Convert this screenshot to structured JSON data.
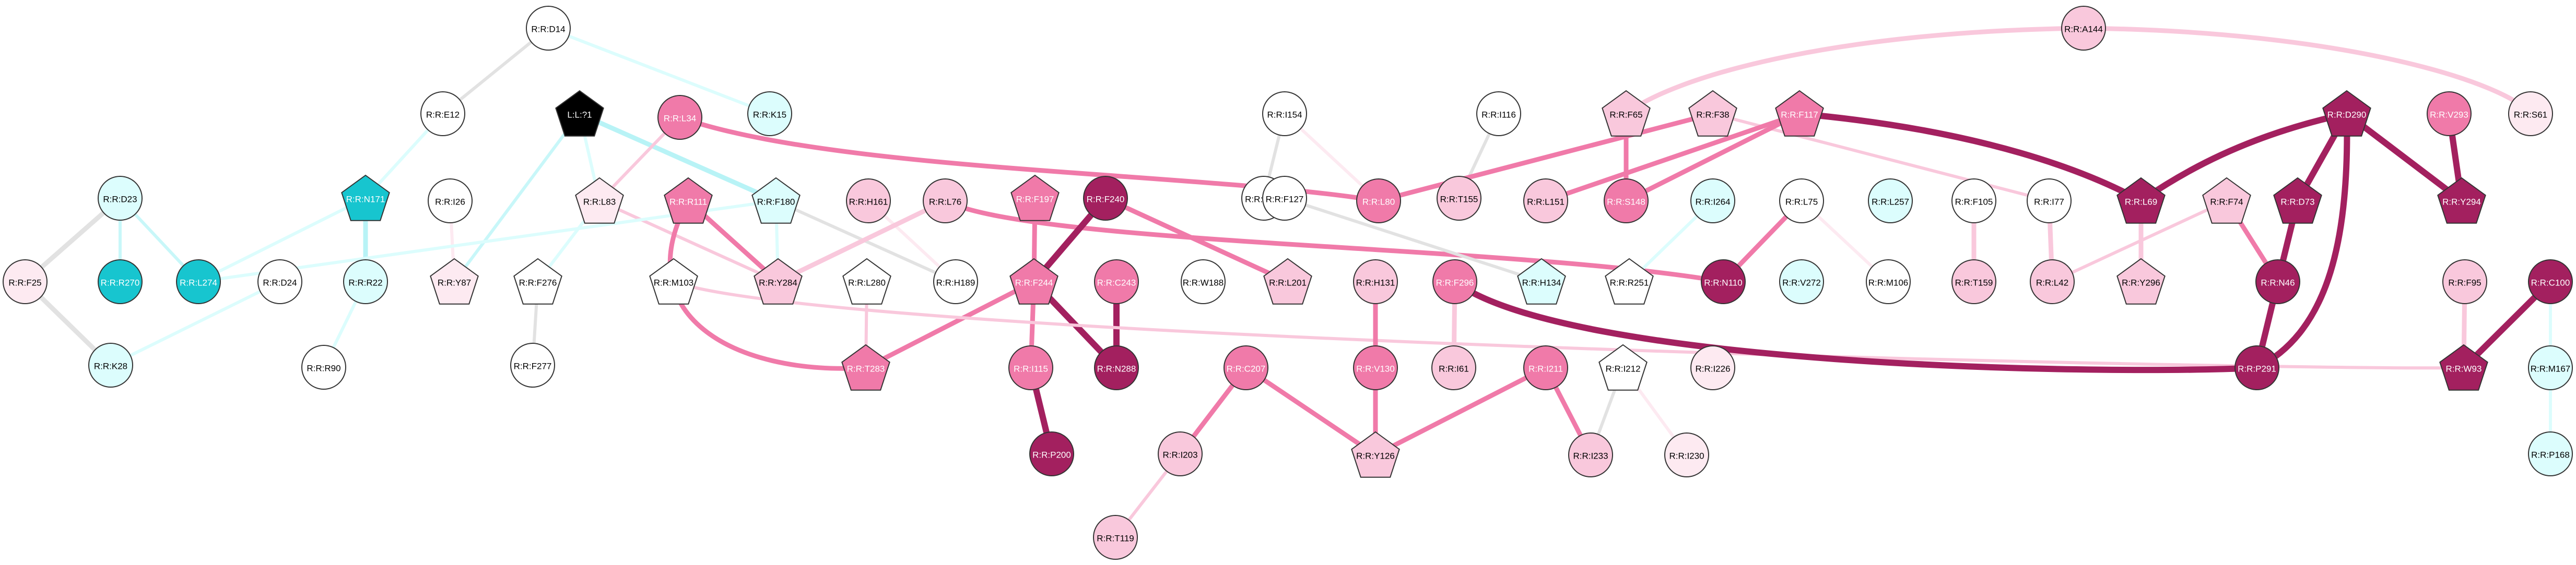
{
  "graph": {
    "colors": {
      "white": "#ffffff",
      "lightpink": "#fdeaf1",
      "pink": "#f9c8dc",
      "hotpink": "#f07aa9",
      "magenta": "#a3205f",
      "lightcyan": "#dcfdfd",
      "cyan": "#17c5cf",
      "black": "#000000"
    },
    "nodes": [
      {
        "id": "D14",
        "label": "R:R:D14",
        "fill": "white",
        "shape": "circle"
      },
      {
        "id": "K15",
        "label": "R:R:K15",
        "fill": "lightcyan",
        "shape": "circle"
      },
      {
        "id": "E12",
        "label": "R:R:E12",
        "fill": "white",
        "shape": "circle"
      },
      {
        "id": "L71",
        "label": "L:L:?1",
        "fill": "black",
        "shape": "pentagon"
      },
      {
        "id": "L34",
        "label": "R:R:L34",
        "fill": "hotpink",
        "shape": "circle"
      },
      {
        "id": "N171",
        "label": "R:R:N171",
        "fill": "cyan",
        "shape": "pentagon"
      },
      {
        "id": "D23",
        "label": "R:R:D23",
        "fill": "lightcyan",
        "shape": "circle"
      },
      {
        "id": "I26",
        "label": "R:R:I26",
        "fill": "white",
        "shape": "circle"
      },
      {
        "id": "L83",
        "label": "R:R:L83",
        "fill": "lightpink",
        "shape": "pentagon"
      },
      {
        "id": "R111",
        "label": "R:R:R111",
        "fill": "hotpink",
        "shape": "pentagon"
      },
      {
        "id": "F180",
        "label": "R:R:F180",
        "fill": "lightcyan",
        "shape": "pentagon"
      },
      {
        "id": "H161",
        "label": "R:R:H161",
        "fill": "pink",
        "shape": "circle"
      },
      {
        "id": "L76",
        "label": "R:R:L76",
        "fill": "pink",
        "shape": "circle"
      },
      {
        "id": "F197",
        "label": "R:R:F197",
        "fill": "hotpink",
        "shape": "pentagon"
      },
      {
        "id": "F240",
        "label": "R:R:F240",
        "fill": "magenta",
        "shape": "circle"
      },
      {
        "id": "F25",
        "label": "R:R:F25",
        "fill": "lightpink",
        "shape": "circle"
      },
      {
        "id": "R270",
        "label": "R:R:R270",
        "fill": "cyan",
        "shape": "circle"
      },
      {
        "id": "L274",
        "label": "R:R:L274",
        "fill": "cyan",
        "shape": "circle"
      },
      {
        "id": "D24",
        "label": "R:R:D24",
        "fill": "white",
        "shape": "circle"
      },
      {
        "id": "R22",
        "label": "R:R:R22",
        "fill": "lightcyan",
        "shape": "circle"
      },
      {
        "id": "Y87",
        "label": "R:R:Y87",
        "fill": "lightpink",
        "shape": "pentagon"
      },
      {
        "id": "F276",
        "label": "R:R:F276",
        "fill": "white",
        "shape": "pentagon"
      },
      {
        "id": "M103",
        "label": "R:R:M103",
        "fill": "white",
        "shape": "pentagon"
      },
      {
        "id": "Y284",
        "label": "R:R:Y284",
        "fill": "pink",
        "shape": "pentagon"
      },
      {
        "id": "L280",
        "label": "R:R:L280",
        "fill": "white",
        "shape": "pentagon"
      },
      {
        "id": "H189",
        "label": "R:R:H189",
        "fill": "white",
        "shape": "circle"
      },
      {
        "id": "F244",
        "label": "R:R:F244",
        "fill": "hotpink",
        "shape": "pentagon"
      },
      {
        "id": "C243",
        "label": "R:R:C243",
        "fill": "hotpink",
        "shape": "circle"
      },
      {
        "id": "K28",
        "label": "R:R:K28",
        "fill": "lightcyan",
        "shape": "circle"
      },
      {
        "id": "R90",
        "label": "R:R:R90",
        "fill": "white",
        "shape": "circle"
      },
      {
        "id": "F277",
        "label": "R:R:F277",
        "fill": "white",
        "shape": "circle"
      },
      {
        "id": "T283",
        "label": "R:R:T283",
        "fill": "hotpink",
        "shape": "pentagon"
      },
      {
        "id": "I115",
        "label": "R:R:I115",
        "fill": "hotpink",
        "shape": "circle"
      },
      {
        "id": "N288",
        "label": "R:R:N288",
        "fill": "magenta",
        "shape": "circle"
      },
      {
        "id": "P200",
        "label": "R:R:P200",
        "fill": "magenta",
        "shape": "circle"
      },
      {
        "id": "I203",
        "label": "R:R:I203",
        "fill": "pink",
        "shape": "circle"
      },
      {
        "id": "T119",
        "label": "R:R:T119",
        "fill": "pink",
        "shape": "circle"
      },
      {
        "id": "C207",
        "label": "R:R:C207",
        "fill": "hotpink",
        "shape": "circle"
      },
      {
        "id": "I154",
        "label": "R:R:I154",
        "fill": "white",
        "shape": "circle"
      },
      {
        "id": "L158",
        "label": "R:R:L158",
        "fill": "white",
        "shape": "circle"
      },
      {
        "id": "W188",
        "label": "R:R:W188",
        "fill": "white",
        "shape": "circle"
      },
      {
        "id": "F127",
        "label": "R:R:F127",
        "fill": "white",
        "shape": "circle"
      },
      {
        "id": "L201",
        "label": "R:R:L201",
        "fill": "pink",
        "shape": "pentagon"
      },
      {
        "id": "L80",
        "label": "R:R:L80",
        "fill": "hotpink",
        "shape": "circle"
      },
      {
        "id": "H131",
        "label": "R:R:H131",
        "fill": "pink",
        "shape": "circle"
      },
      {
        "id": "V130",
        "label": "R:R:V130",
        "fill": "hotpink",
        "shape": "circle"
      },
      {
        "id": "Y126",
        "label": "R:R:Y126",
        "fill": "pink",
        "shape": "pentagon"
      },
      {
        "id": "F296",
        "label": "R:R:F296",
        "fill": "hotpink",
        "shape": "circle"
      },
      {
        "id": "I61",
        "label": "R:R:I61",
        "fill": "pink",
        "shape": "circle"
      },
      {
        "id": "I211",
        "label": "R:R:I211",
        "fill": "hotpink",
        "shape": "circle"
      },
      {
        "id": "I233",
        "label": "R:R:I233",
        "fill": "pink",
        "shape": "circle"
      },
      {
        "id": "I116",
        "label": "R:R:I116",
        "fill": "white",
        "shape": "circle"
      },
      {
        "id": "T155",
        "label": "R:R:T155",
        "fill": "pink",
        "shape": "circle"
      },
      {
        "id": "H134",
        "label": "R:R:H134",
        "fill": "lightcyan",
        "shape": "pentagon"
      },
      {
        "id": "I212",
        "label": "R:R:I212",
        "fill": "white",
        "shape": "pentagon"
      },
      {
        "id": "I226",
        "label": "R:R:I226",
        "fill": "lightpink",
        "shape": "circle"
      },
      {
        "id": "I230",
        "label": "R:R:I230",
        "fill": "lightpink",
        "shape": "circle"
      },
      {
        "id": "F65",
        "label": "R:R:F65",
        "fill": "pink",
        "shape": "pentagon"
      },
      {
        "id": "F38",
        "label": "R:R:F38",
        "fill": "pink",
        "shape": "pentagon"
      },
      {
        "id": "F117",
        "label": "R:R:F117",
        "fill": "hotpink",
        "shape": "pentagon"
      },
      {
        "id": "L151",
        "label": "R:R:L151",
        "fill": "pink",
        "shape": "circle"
      },
      {
        "id": "S148",
        "label": "R:R:S148",
        "fill": "hotpink",
        "shape": "circle"
      },
      {
        "id": "I264",
        "label": "R:R:I264",
        "fill": "lightcyan",
        "shape": "circle"
      },
      {
        "id": "R251",
        "label": "R:R:R251",
        "fill": "white",
        "shape": "pentagon"
      },
      {
        "id": "L75",
        "label": "R:R:L75",
        "fill": "white",
        "shape": "circle"
      },
      {
        "id": "N110",
        "label": "R:R:N110",
        "fill": "magenta",
        "shape": "circle"
      },
      {
        "id": "L257",
        "label": "R:R:L257",
        "fill": "lightcyan",
        "shape": "circle"
      },
      {
        "id": "V272",
        "label": "R:R:V272",
        "fill": "lightcyan",
        "shape": "circle"
      },
      {
        "id": "F105",
        "label": "R:R:F105",
        "fill": "white",
        "shape": "circle"
      },
      {
        "id": "M106",
        "label": "R:R:M106",
        "fill": "white",
        "shape": "circle"
      },
      {
        "id": "T159",
        "label": "R:R:T159",
        "fill": "pink",
        "shape": "circle"
      },
      {
        "id": "I77",
        "label": "R:R:I77",
        "fill": "white",
        "shape": "circle"
      },
      {
        "id": "L42",
        "label": "R:R:L42",
        "fill": "pink",
        "shape": "circle"
      },
      {
        "id": "A144",
        "label": "R:R:A144",
        "fill": "pink",
        "shape": "circle"
      },
      {
        "id": "S61",
        "label": "R:R:S61",
        "fill": "lightpink",
        "shape": "circle"
      },
      {
        "id": "L69",
        "label": "R:R:L69",
        "fill": "magenta",
        "shape": "pentagon"
      },
      {
        "id": "Y296",
        "label": "R:R:Y296",
        "fill": "pink",
        "shape": "pentagon"
      },
      {
        "id": "F74",
        "label": "R:R:F74",
        "fill": "pink",
        "shape": "pentagon"
      },
      {
        "id": "D290",
        "label": "R:R:D290",
        "fill": "magenta",
        "shape": "pentagon"
      },
      {
        "id": "D73",
        "label": "R:R:D73",
        "fill": "magenta",
        "shape": "pentagon"
      },
      {
        "id": "N46",
        "label": "R:R:N46",
        "fill": "magenta",
        "shape": "circle"
      },
      {
        "id": "P291",
        "label": "R:R:P291",
        "fill": "magenta",
        "shape": "circle"
      },
      {
        "id": "V293",
        "label": "R:R:V293",
        "fill": "hotpink",
        "shape": "circle"
      },
      {
        "id": "Y294",
        "label": "R:R:Y294",
        "fill": "magenta",
        "shape": "pentagon"
      },
      {
        "id": "F95",
        "label": "R:R:F95",
        "fill": "pink",
        "shape": "circle"
      },
      {
        "id": "W93",
        "label": "R:R:W93",
        "fill": "magenta",
        "shape": "pentagon"
      },
      {
        "id": "C100",
        "label": "R:R:C100",
        "fill": "magenta",
        "shape": "circle"
      },
      {
        "id": "M167",
        "label": "R:R:M167",
        "fill": "lightcyan",
        "shape": "circle"
      },
      {
        "id": "P168",
        "label": "R:R:P168",
        "fill": "lightcyan",
        "shape": "circle"
      }
    ],
    "edges": [
      {
        "from": "D14",
        "to": "E12",
        "color": "#e2e2e2",
        "weight": 2
      },
      {
        "from": "D14",
        "to": "K15",
        "color": "#dcfdfd",
        "weight": 2
      },
      {
        "from": "E12",
        "to": "N171",
        "color": "#dcfdfd",
        "weight": 2
      },
      {
        "from": "L71",
        "to": "F180",
        "color": "#b8f3f6",
        "weight": 3
      },
      {
        "from": "L71",
        "to": "L83",
        "color": "#dcfdfd",
        "weight": 2
      },
      {
        "from": "L71",
        "to": "Y87",
        "color": "#c8f7f9",
        "weight": 2
      },
      {
        "from": "L34",
        "to": "L80",
        "color": "#f07aa9",
        "weight": 3
      },
      {
        "from": "L34",
        "to": "L83",
        "color": "#f9c8dc",
        "weight": 2
      },
      {
        "from": "N171",
        "to": "R22",
        "color": "#b8f3f6",
        "weight": 3
      },
      {
        "from": "N171",
        "to": "L274",
        "color": "#dcfdfd",
        "weight": 2
      },
      {
        "from": "D23",
        "to": "F25",
        "color": "#e2e2e2",
        "weight": 3
      },
      {
        "from": "D23",
        "to": "R270",
        "color": "#c8f7f9",
        "weight": 2
      },
      {
        "from": "D23",
        "to": "L274",
        "color": "#c8f7f9",
        "weight": 2
      },
      {
        "from": "F25",
        "to": "K28",
        "color": "#e2e2e2",
        "weight": 3
      },
      {
        "from": "D24",
        "to": "K28",
        "color": "#dcfdfd",
        "weight": 2
      },
      {
        "from": "I26",
        "to": "Y87",
        "color": "#fdeaf1",
        "weight": 2
      },
      {
        "from": "R22",
        "to": "R90",
        "color": "#dcfdfd",
        "weight": 2
      },
      {
        "from": "L83",
        "to": "Y284",
        "color": "#f9c8dc",
        "weight": 2
      },
      {
        "from": "L83",
        "to": "F276",
        "color": "#dcfdfd",
        "weight": 2
      },
      {
        "from": "R111",
        "to": "Y284",
        "color": "#f07aa9",
        "weight": 3
      },
      {
        "from": "R111",
        "to": "T283",
        "color": "#f07aa9",
        "weight": 3
      },
      {
        "from": "F180",
        "to": "Y284",
        "color": "#dcfdfd",
        "weight": 2
      },
      {
        "from": "F180",
        "to": "H189",
        "color": "#e2e2e2",
        "weight": 2
      },
      {
        "from": "F180",
        "to": "L274",
        "color": "#dcfdfd",
        "weight": 2
      },
      {
        "from": "H161",
        "to": "H189",
        "color": "#fdeaf1",
        "weight": 2
      },
      {
        "from": "L76",
        "to": "Y284",
        "color": "#f9c8dc",
        "weight": 3
      },
      {
        "from": "L76",
        "to": "N110",
        "color": "#f07aa9",
        "weight": 3
      },
      {
        "from": "F197",
        "to": "F244",
        "color": "#f07aa9",
        "weight": 3
      },
      {
        "from": "F240",
        "to": "F244",
        "color": "#a3205f",
        "weight": 4
      },
      {
        "from": "F240",
        "to": "L201",
        "color": "#f07aa9",
        "weight": 3
      },
      {
        "from": "F244",
        "to": "T283",
        "color": "#f07aa9",
        "weight": 3
      },
      {
        "from": "F244",
        "to": "N288",
        "color": "#a3205f",
        "weight": 4
      },
      {
        "from": "F244",
        "to": "I115",
        "color": "#f07aa9",
        "weight": 3
      },
      {
        "from": "C243",
        "to": "N288",
        "color": "#a3205f",
        "weight": 4
      },
      {
        "from": "L280",
        "to": "T283",
        "color": "#f9c8dc",
        "weight": 2
      },
      {
        "from": "M103",
        "to": "W93",
        "color": "#f9c8dc",
        "weight": 2
      },
      {
        "from": "F276",
        "to": "F277",
        "color": "#e2e2e2",
        "weight": 2
      },
      {
        "from": "I115",
        "to": "P200",
        "color": "#a3205f",
        "weight": 4
      },
      {
        "from": "C207",
        "to": "I203",
        "color": "#f07aa9",
        "weight": 3
      },
      {
        "from": "C207",
        "to": "Y126",
        "color": "#f07aa9",
        "weight": 3
      },
      {
        "from": "I203",
        "to": "T119",
        "color": "#f9c8dc",
        "weight": 2
      },
      {
        "from": "I154",
        "to": "L158",
        "color": "#e2e2e2",
        "weight": 2
      },
      {
        "from": "I154",
        "to": "L80",
        "color": "#fdeaf1",
        "weight": 2
      },
      {
        "from": "F127",
        "to": "H134",
        "color": "#e2e2e2",
        "weight": 2
      },
      {
        "from": "H131",
        "to": "V130",
        "color": "#f07aa9",
        "weight": 3
      },
      {
        "from": "V130",
        "to": "Y126",
        "color": "#f07aa9",
        "weight": 3
      },
      {
        "from": "F296",
        "to": "I61",
        "color": "#f9c8dc",
        "weight": 3
      },
      {
        "from": "F296",
        "to": "P291",
        "color": "#a3205f",
        "weight": 4
      },
      {
        "from": "I211",
        "to": "Y126",
        "color": "#f07aa9",
        "weight": 3
      },
      {
        "from": "I211",
        "to": "I233",
        "color": "#f07aa9",
        "weight": 3
      },
      {
        "from": "I212",
        "to": "I233",
        "color": "#e2e2e2",
        "weight": 2
      },
      {
        "from": "I212",
        "to": "I230",
        "color": "#fdeaf1",
        "weight": 2
      },
      {
        "from": "I116",
        "to": "T155",
        "color": "#e2e2e2",
        "weight": 2
      },
      {
        "from": "F38",
        "to": "L80",
        "color": "#f07aa9",
        "weight": 3
      },
      {
        "from": "F38",
        "to": "I77",
        "color": "#f9c8dc",
        "weight": 2
      },
      {
        "from": "F65",
        "to": "S148",
        "color": "#f07aa9",
        "weight": 3
      },
      {
        "from": "F117",
        "to": "L151",
        "color": "#f07aa9",
        "weight": 3
      },
      {
        "from": "F117",
        "to": "S148",
        "color": "#f07aa9",
        "weight": 3
      },
      {
        "from": "F117",
        "to": "L69",
        "color": "#a3205f",
        "weight": 4
      },
      {
        "from": "A144",
        "to": "F65",
        "color": "#f9c8dc",
        "weight": 3
      },
      {
        "from": "A144",
        "to": "S61",
        "color": "#f9c8dc",
        "weight": 3
      },
      {
        "from": "I264",
        "to": "R251",
        "color": "#dcfdfd",
        "weight": 2
      },
      {
        "from": "L75",
        "to": "N110",
        "color": "#f07aa9",
        "weight": 3
      },
      {
        "from": "L75",
        "to": "M106",
        "color": "#fdeaf1",
        "weight": 2
      },
      {
        "from": "F105",
        "to": "T159",
        "color": "#f9c8dc",
        "weight": 3
      },
      {
        "from": "I77",
        "to": "L42",
        "color": "#f9c8dc",
        "weight": 3
      },
      {
        "from": "F74",
        "to": "L42",
        "color": "#f9c8dc",
        "weight": 2
      },
      {
        "from": "F74",
        "to": "N46",
        "color": "#f07aa9",
        "weight": 3
      },
      {
        "from": "L69",
        "to": "Y296",
        "color": "#f9c8dc",
        "weight": 3
      },
      {
        "from": "D290",
        "to": "L69",
        "color": "#a3205f",
        "weight": 4
      },
      {
        "from": "D290",
        "to": "D73",
        "color": "#a3205f",
        "weight": 4
      },
      {
        "from": "D290",
        "to": "Y294",
        "color": "#a3205f",
        "weight": 4
      },
      {
        "from": "D290",
        "to": "P291",
        "color": "#a3205f",
        "weight": 4
      },
      {
        "from": "D73",
        "to": "N46",
        "color": "#a3205f",
        "weight": 4
      },
      {
        "from": "N46",
        "to": "P291",
        "color": "#a3205f",
        "weight": 4
      },
      {
        "from": "V293",
        "to": "Y294",
        "color": "#a3205f",
        "weight": 4
      },
      {
        "from": "F95",
        "to": "W93",
        "color": "#f9c8dc",
        "weight": 3
      },
      {
        "from": "C100",
        "to": "W93",
        "color": "#a3205f",
        "weight": 4
      },
      {
        "from": "C100",
        "to": "M167",
        "color": "#dcfdfd",
        "weight": 2
      },
      {
        "from": "M167",
        "to": "P168",
        "color": "#dcfdfd",
        "weight": 2
      }
    ]
  }
}
